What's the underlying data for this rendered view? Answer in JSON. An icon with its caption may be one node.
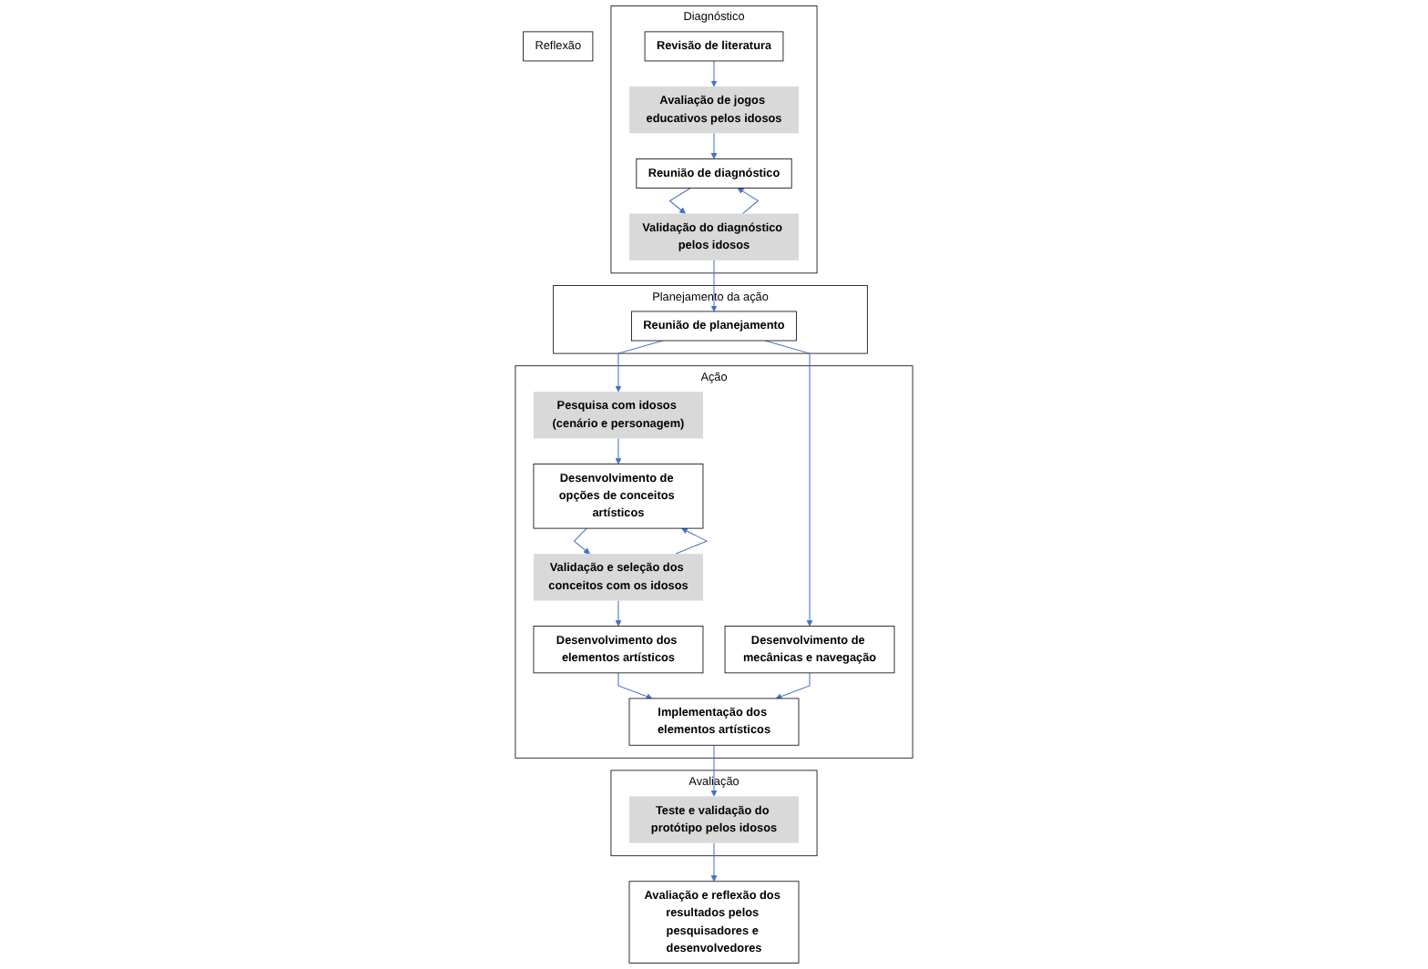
{
  "diagram": {
    "nodes": [
      {
        "text": [
          "Diagnóstico"
        ]
      },
      {
        "text": [
          "Revisão de literatura"
        ],
        "in": 0
      },
      {
        "text": [
          "Avaliação de jogos educativos pelos idosos"
        ],
        "in": 0
      },
      {
        "text": [
          "Reunião de diagnóstico"
        ],
        "in": 0
      },
      {
        "text": [
          "Validação do diagnóstico pelos idosos"
        ],
        "in": 0
      },
      {
        "text": [
          "Planejamento da ação"
        ]
      },
      {
        "text": [
          "Reunião de planejamento"
        ],
        "in": 5
      },
      {
        "text": [
          "Ação"
        ]
      },
      {
        "text": [
          "Validação e seleção dos conceitos com os idosos"
        ],
        "in": 7
      },
      {
        "text": [
          "Desenvolvimento de opções de conceitos artísticos"
        ],
        "in": 7
      },
      {
        "text": [
          "Pesquisa com idosos (cenário e personagem)"
        ],
        "in": 7
      },
      {
        "text": [
          "Desenvolvimento dos elementos artísticos"
        ],
        "in": 7
      },
      {
        "text": [
          "Implementação dos elementos artísticos"
        ],
        "in": 7
      },
      {
        "text": [
          "Desenvolvimento de mecânicas e navegação"
        ],
        "in": 7
      },
      {
        "text": [
          "Avaliação"
        ]
      },
      {
        "text": [
          "Teste e validação do protótipo pelos idosos"
        ],
        "in": 14
      },
      {
        "text": [
          "Reflexão"
        ]
      },
      {
        "text": [
          "Avaliação e reflexão dos resultados pelos pesquisadores e desenvolvedores"
        ]
      }
    ],
    "edges": [
      {
        "from": 1,
        "to": 2,
        "arrow": "to"
      },
      {
        "from": 2,
        "to": 3,
        "arrow": "to"
      },
      {
        "from": 3,
        "to": 4,
        "arrow": "to"
      },
      {
        "from": 4,
        "to": 3,
        "arrow": "to"
      },
      {
        "from": 4,
        "to": 6,
        "arrow": "to"
      },
      {
        "from": 6,
        "to": 10,
        "arrow": "to"
      },
      {
        "from": 6,
        "to": 13,
        "arrow": "to"
      },
      {
        "from": 10,
        "to": 9,
        "arrow": "to"
      },
      {
        "from": 8,
        "to": 9,
        "arrow": "to"
      },
      {
        "from": 9,
        "to": 8,
        "arrow": "to"
      },
      {
        "from": 8,
        "to": 11,
        "arrow": "to"
      },
      {
        "from": 11,
        "to": 12,
        "arrow": "to"
      },
      {
        "from": 13,
        "to": 12,
        "arrow": "to"
      },
      {
        "from": 12,
        "to": 15,
        "arrow": "to"
      },
      {
        "from": 15,
        "to": 17,
        "arrow": "to"
      }
    ]
  }
}
